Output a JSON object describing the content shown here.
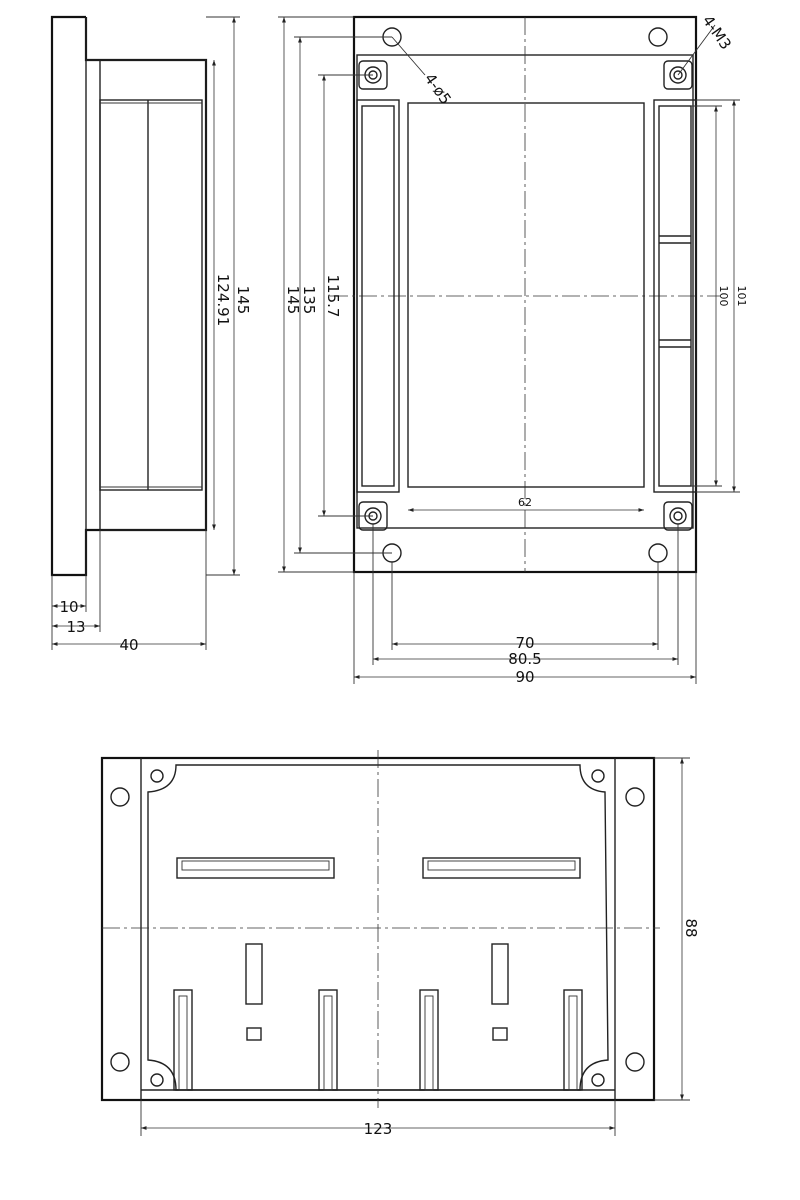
{
  "dimensions": {
    "side_overall_height": "145",
    "side_inner_height": "124.91",
    "side_offset_small": "10",
    "side_offset_large": "13",
    "side_depth": "40",
    "front_outer_height": "145",
    "front_hole_pitch_height": "135",
    "front_thread_pitch_height": "115.7",
    "front_slot_outer_height": "101",
    "front_slot_inner_height": "100",
    "front_window_width": "62",
    "front_hole_pitch_width": "70",
    "front_thread_pitch_width": "80.5",
    "front_overall_width": "90",
    "bottom_height": "88",
    "bottom_inner_width": "123"
  },
  "callouts": {
    "mount_holes": "4-ø5",
    "thread_holes": "4-M3"
  }
}
